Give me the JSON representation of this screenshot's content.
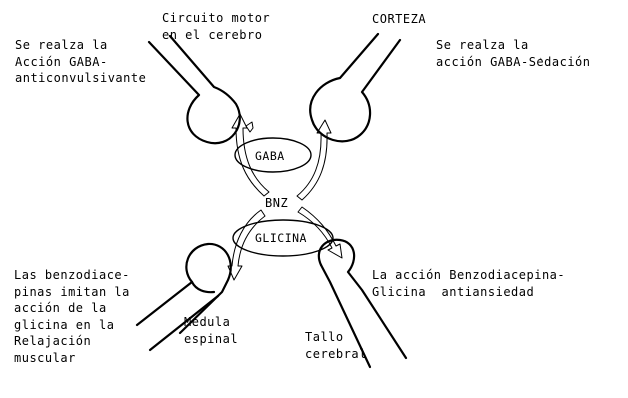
{
  "labels": {
    "top_left_note": "Se realza la\nAcción GABA-\nanticonvulsivante",
    "top_center_note": "Circuito motor\nen el cerebro",
    "corteza": "CORTEZA",
    "top_right_note": "Se realza la\nacción GABA-Sedación",
    "gaba": "GABA",
    "bnz": "BNZ",
    "glicina": "GLICINA",
    "bottom_left_note": "Las benzodiace-\npinas imitan la\nacción de la\nglicina en la\nRelajación\nmuscular",
    "medula": "Médula\nespinal",
    "tallo": "Tallo\ncerebral",
    "bottom_right_note": "La acción Benzodiacepina-\nGlicina  antiansiedad"
  },
  "colors": {
    "ink": "#000000",
    "background": "#ffffff"
  }
}
